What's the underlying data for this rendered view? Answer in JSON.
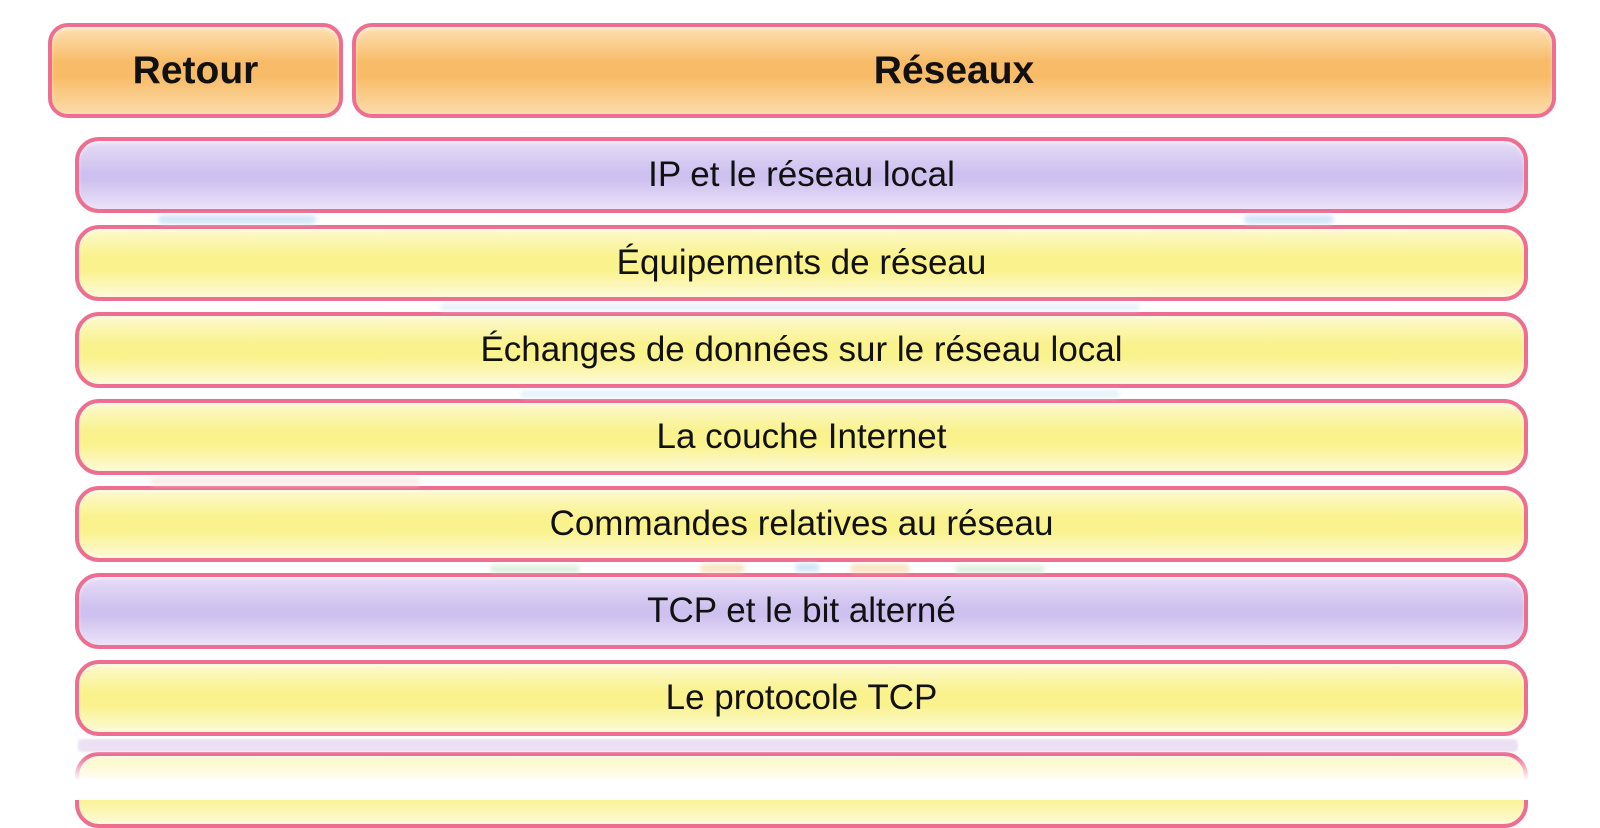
{
  "header": {
    "back_label": "Retour",
    "title": "Réseaux"
  },
  "menu": {
    "items": [
      {
        "label": "IP et le réseau local",
        "style": "purple"
      },
      {
        "label": "Équipements de réseau",
        "style": "yellow"
      },
      {
        "label": "Échanges de données sur le réseau local",
        "style": "yellow"
      },
      {
        "label": "La couche Internet",
        "style": "yellow"
      },
      {
        "label": "Commandes relatives au réseau",
        "style": "yellow"
      },
      {
        "label": "TCP et le bit alterné",
        "style": "purple"
      },
      {
        "label": "Le protocole TCP",
        "style": "yellow"
      },
      {
        "label": "",
        "style": "yellow",
        "partial": true
      }
    ]
  },
  "colors": {
    "border_pink": "#ED6E91",
    "orange_top": "#FCE0B4",
    "orange_mid": "#F8BC68",
    "orange_bottom": "#FBDCAC",
    "purple_top": "#E7DDF7",
    "purple_mid": "#CFC1EF",
    "purple_bottom": "#EBE3F9",
    "yellow_top": "#FCF9CE",
    "yellow_mid": "#FAF28C",
    "yellow_bottom": "#FDFADA",
    "text": "#111111",
    "page_bg": "#FFFFFF"
  }
}
